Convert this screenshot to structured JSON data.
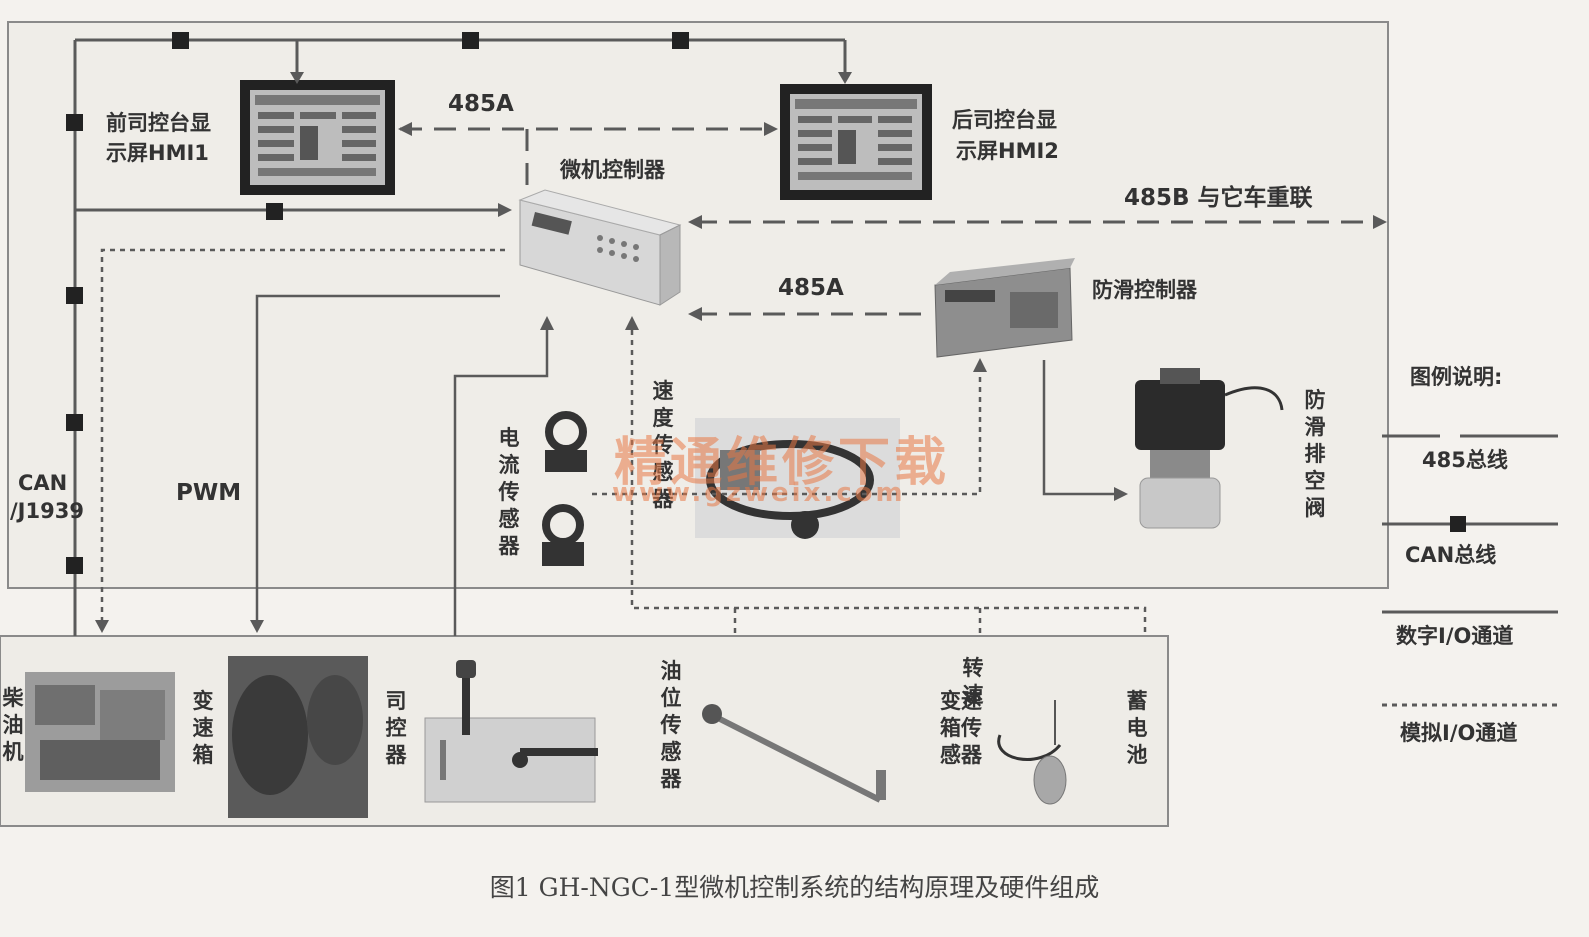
{
  "labels": {
    "hmi1_line1": "前司控台显",
    "hmi1_line2": "示屏HMI1",
    "hmi2_line1": "后司控台显",
    "hmi2_line2": "示屏HMI2",
    "link_485a_top": "485A",
    "link_485a_mid": "485A",
    "link_485b": "485B  与它车重联",
    "controller": "微机控制器",
    "antiskid": "防滑控制器",
    "can_line1": "CAN",
    "can_line2": "/J1939",
    "pwm": "PWM",
    "speed_sensor": "速度传感器",
    "current_sensor": "电流传感器",
    "antiskid_valve": "防滑排空阀",
    "diesel": "柴油机",
    "gearbox": "变速箱",
    "driver_ctrl": "司控器",
    "oil_sensor": "油位传感器",
    "gear_speed_a": "转速",
    "gear_speed_b": "变速箱传感器",
    "battery": "蓄电池"
  },
  "legend": {
    "title": "图例说明:",
    "items": [
      {
        "label": "485总线",
        "style": "dashed-long"
      },
      {
        "label": "CAN总线",
        "style": "solid-node"
      },
      {
        "label": "数字I/O通道",
        "style": "solid"
      },
      {
        "label": "模拟I/O通道",
        "style": "dotted"
      }
    ]
  },
  "caption": "图1    GH-NGC-1型微机控制系统的结构原理及硬件组成",
  "watermark": {
    "line1": "精通维修下载",
    "line2": "www.gzweix.com"
  },
  "colors": {
    "line": "#5a5a5a",
    "frame": "#8a8a8a",
    "watermark": "#e87846"
  }
}
